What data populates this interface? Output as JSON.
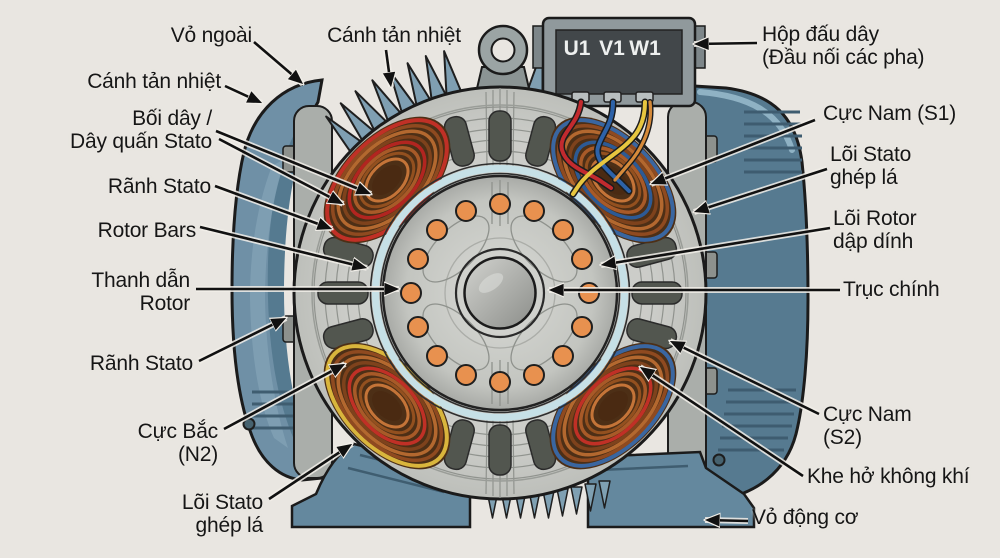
{
  "diagram": {
    "subject": "Mặt cắt cấu tạo động cơ điện (stato - rotor)",
    "labels": {
      "vo_ngoai": "Vỏ ngoài",
      "canh_tan_nhiet_top": "Cánh tản nhiệt",
      "canh_tan_nhiet_left": "Cánh tản nhiệt",
      "boi_day": "Bối dây /\nDây quấn Stato",
      "ranh_stato_upper": "Rãnh Stato",
      "rotor_bars": "Rotor Bars",
      "thanh_dan_rotor": "Thanh dẫn\nRotor",
      "ranh_stato_lower": "Rãnh Stato",
      "cuc_bac": "Cực Bắc\n(N2)",
      "loi_stato_left": "Lõi Stato\nghép lá",
      "hop_dau_day": "Hộp đấu dây\n(Đầu nối các pha)",
      "cuc_nam_s1": "Cực Nam (S1)",
      "loi_stato_right": "Lõi Stato\nghép lá",
      "loi_rotor": "Lõi Rotor\ndập dính",
      "truc_chinh": "Trục chính",
      "cuc_nam_s2": "Cực Nam\n(S2)",
      "khe_ho": "Khe hở không khí",
      "vo_dong_co": "Vỏ động cơ"
    },
    "terminals": {
      "t1": "U1",
      "t2": "V1",
      "t3": "W1"
    },
    "colors": {
      "background": "#e9e6e1",
      "body_blue": "#567a90",
      "stator_gray": "#c9cac5",
      "slot_dark": "#52564f",
      "copper": "#a85a28",
      "rotor_bar_orange": "#e8914f",
      "air_gap_blue": "#c6e0e6",
      "wire_red": "#c22a2e",
      "wire_blue": "#2d62a8",
      "wire_yellow": "#e7c63f",
      "label_text": "#161616"
    }
  }
}
